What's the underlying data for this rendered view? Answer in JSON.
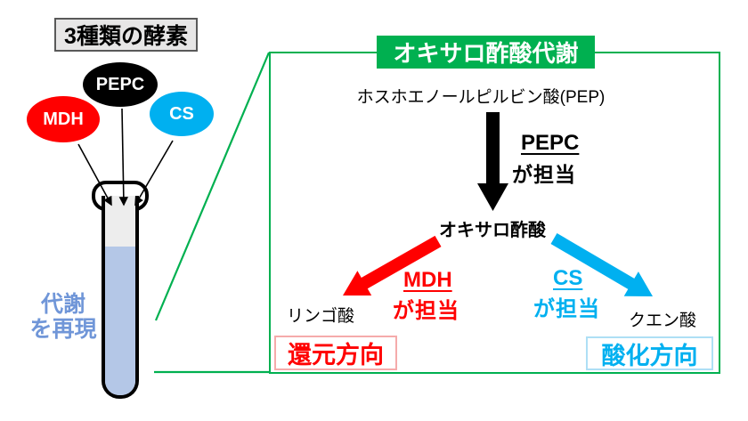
{
  "colors": {
    "green": "#00B050",
    "red": "#FF0000",
    "cyan": "#00B0F0",
    "ink": "#000000",
    "liquid-blue": "#B4C7E7",
    "caption-blue": "#7096D8",
    "tube-interior": "#EDEDED",
    "box-gray-bg": "#E7E6E6",
    "box-gray-border": "#595959",
    "red-box-border": "#F5ABAB",
    "cyan-box-border": "#AEDFF5"
  },
  "left_panel": {
    "title": "3種類の酵素",
    "enzymes": [
      {
        "label": "PEPC",
        "color": "#000000"
      },
      {
        "label": "MDH",
        "color": "#FF0000"
      },
      {
        "label": "CS",
        "color": "#00B0F0"
      }
    ],
    "tube_caption_line1": "代謝",
    "tube_caption_line2": "を再現"
  },
  "right_panel": {
    "title": "オキサロ酢酸代謝",
    "substrate_top": "ホスホエノールピルビン酸(PEP)",
    "pepc": {
      "enzyme": "PEPC",
      "role": "が担当"
    },
    "intermediate": "オキサロ酢酸",
    "mdh": {
      "enzyme": "MDH",
      "role": "が担当"
    },
    "malate": "リンゴ酸",
    "cs": {
      "enzyme": "CS",
      "role": "が担当"
    },
    "citrate": "クエン酸",
    "reduction_direction": "還元方向",
    "oxidation_direction": "酸化方向"
  }
}
